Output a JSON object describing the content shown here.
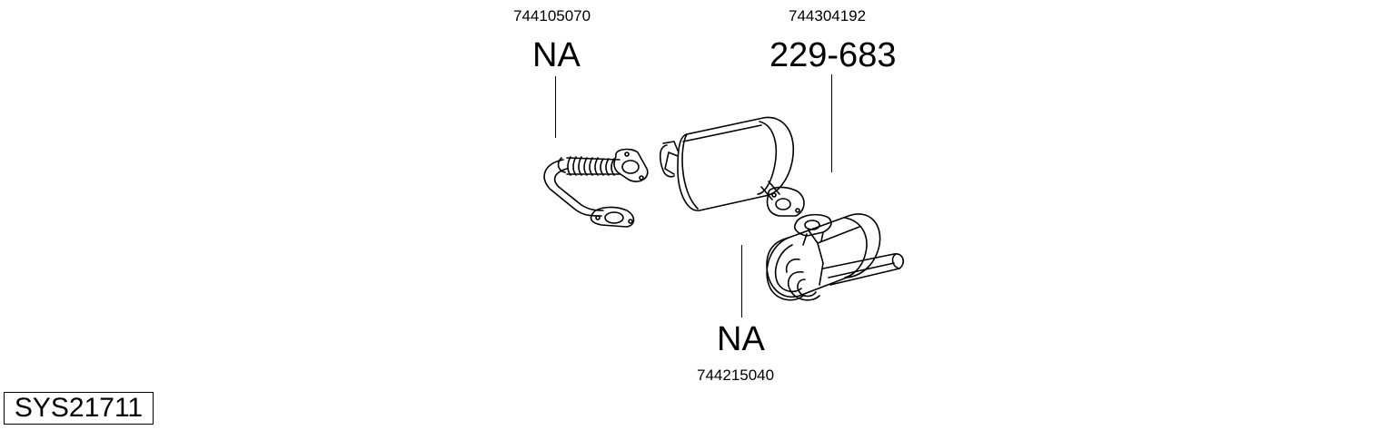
{
  "parts": {
    "front_pipe": {
      "part_number": "744105070",
      "ref": "NA"
    },
    "catalyst": {
      "part_number": "744304192",
      "ref": "229-683"
    },
    "rear_silencer": {
      "part_number": "744215040",
      "ref": "NA"
    }
  },
  "system_code": "SYS21711",
  "colors": {
    "line": "#000000",
    "background": "#ffffff"
  }
}
